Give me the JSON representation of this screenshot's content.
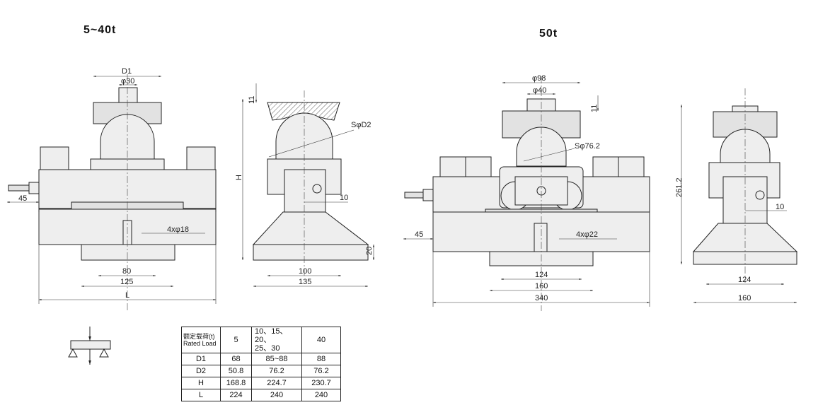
{
  "titles": {
    "left": "5~40t",
    "right": "50t"
  },
  "labels_5_40t_front": {
    "d1": "D1",
    "phi30": "φ30",
    "dim45": "45",
    "holes": "4xφ18",
    "dim80": "80",
    "dim125": "125",
    "dimL": "L"
  },
  "labels_5_40t_side": {
    "dim11": "11",
    "sphere": "SφD2",
    "h": "H",
    "dim10": "10",
    "dim20": "20",
    "dim100": "100",
    "dim135": "135"
  },
  "labels_50t_front": {
    "phi98": "φ98",
    "phi40": "φ40",
    "dim11": "11",
    "sphere": "Sφ76.2",
    "dim45": "45",
    "holes": "4xφ22",
    "dim124": "124",
    "dim160": "160",
    "dim340": "340"
  },
  "labels_50t_side": {
    "h": "261.2",
    "dim10": "10",
    "dim124": "124",
    "dim160": "160"
  },
  "spec_table": {
    "header": {
      "label_cn": "额定载荷(t)",
      "label_en": "Rated Load",
      "col1": "5",
      "col2a": "10、15、20、",
      "col2b": "25、30",
      "col3": "40"
    },
    "rows": [
      {
        "name": "D1",
        "v1": "68",
        "v2": "85~88",
        "v3": "88"
      },
      {
        "name": "D2",
        "v1": "50.8",
        "v2": "76.2",
        "v3": "76.2"
      },
      {
        "name": "H",
        "v1": "168.8",
        "v2": "224.7",
        "v3": "230.7"
      },
      {
        "name": "L",
        "v1": "224",
        "v2": "240",
        "v3": "240"
      }
    ]
  }
}
